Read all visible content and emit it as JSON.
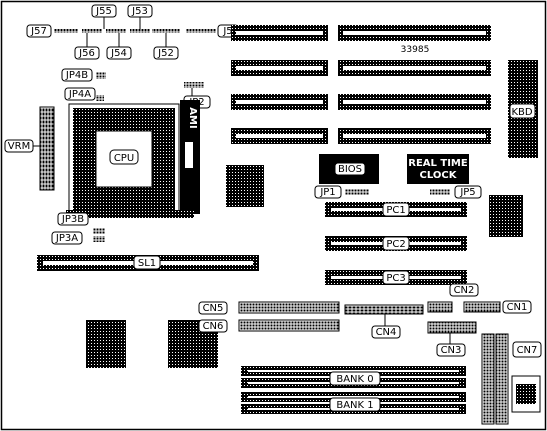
{
  "board_id": "33985",
  "jumpers": {
    "j57": "J57",
    "j55": "J55",
    "j53": "J53",
    "j5": "J5",
    "j56": "J56",
    "j54": "J54",
    "j52": "J52",
    "jp4b": "JP4B",
    "jp4a": "JP4A",
    "jp2": "JP2",
    "jp1": "JP1",
    "jp5": "JP5",
    "jp3b": "JP3B",
    "jp3a": "JP3A"
  },
  "components": {
    "vrm": "VRM",
    "cpu": "CPU",
    "ami": "AMI",
    "kbd": "KBD",
    "bios": "BIOS",
    "rtc_line1": "REAL TIME",
    "rtc_line2": "CLOCK"
  },
  "slots": {
    "pc1": "PC1",
    "pc2": "PC2",
    "pc3": "PC3",
    "sl1": "SL1"
  },
  "connectors": {
    "cn1": "CN1",
    "cn2": "CN2",
    "cn3": "CN3",
    "cn4": "CN4",
    "cn5": "CN5",
    "cn6": "CN6",
    "cn7": "CN7"
  },
  "memory": {
    "bank0": "BANK 0",
    "bank1": "BANK 1"
  }
}
